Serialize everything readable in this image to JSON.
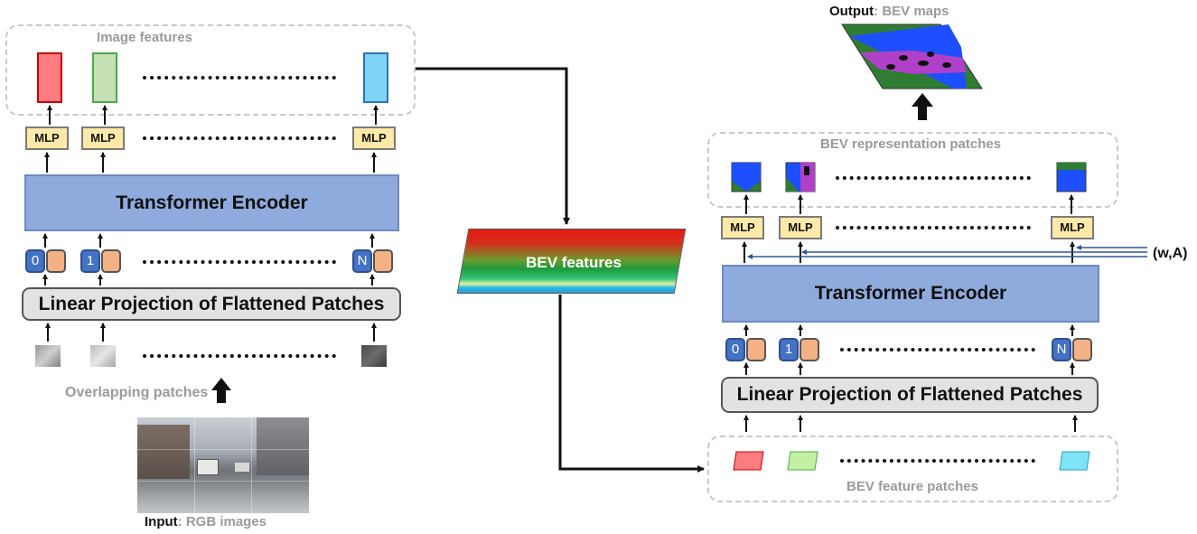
{
  "left": {
    "image_features_label": "Image features",
    "mlp_label": "MLP",
    "encoder_label": "Transformer Encoder",
    "tokens": [
      "0",
      "1",
      "N"
    ],
    "projection_label": "Linear Projection of Flattened Patches",
    "patches_label": "Overlapping patches",
    "input_bold": "Input",
    "input_rest": ": RGB images"
  },
  "middle": {
    "bev_features_label": "BEV features"
  },
  "right": {
    "output_bold": "Output",
    "output_rest": ": BEV maps",
    "bev_repr_label": "BEV representation patches",
    "mlp_label": "MLP",
    "wa_label": "(w,A)",
    "encoder_label": "Transformer Encoder",
    "tokens": [
      "0",
      "1",
      "N"
    ],
    "projection_label": "Linear Projection of Flattened Patches",
    "feature_patches_label": "BEV feature patches"
  },
  "colors": {
    "feature_red": "#ff7c80",
    "feature_green": "#c5e0b4",
    "feature_blue": "#7fd4f5",
    "encoder_blue": "#8faadc",
    "mlp_yellow": "#fde9a8",
    "token_blue": "#4472c4",
    "token_orange": "#f4b183",
    "map_green": "#2e7d32",
    "map_blue": "#1e4fff",
    "map_magenta": "#b040c8"
  }
}
